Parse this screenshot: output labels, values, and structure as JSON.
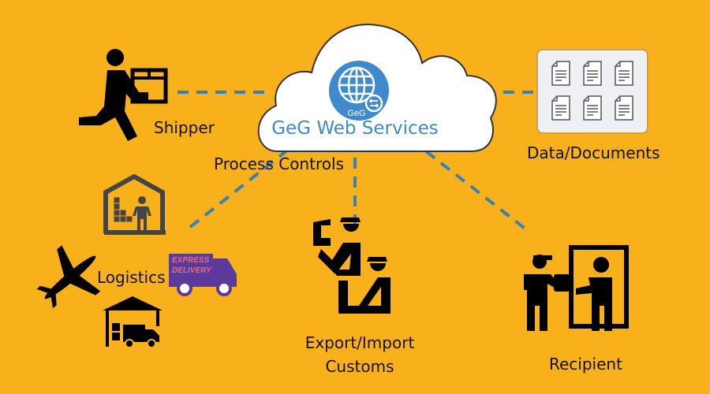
{
  "diagram": {
    "hub": {
      "title": "GeG Web Services",
      "logo_text": "GeG",
      "icon": "globe-sync-icon"
    },
    "edge_label": "Process Controls",
    "nodes": [
      {
        "id": "shipper",
        "label": "Shipper",
        "icon": "person-carrying-box-icon"
      },
      {
        "id": "data",
        "label": "Data/Documents",
        "icon": "document-grid-icon"
      },
      {
        "id": "logistics",
        "label": "Logistics",
        "icons": [
          "warehouse-worker-icon",
          "airplane-icon",
          "express-delivery-truck-icon",
          "loading-dock-truck-icon"
        ],
        "truck_text": [
          "EXPRESS",
          "DELIVERY"
        ]
      },
      {
        "id": "customs",
        "label_lines": [
          "Export/Import",
          "Customs"
        ],
        "icon": "customs-officers-icon"
      },
      {
        "id": "recipient",
        "label": "Recipient",
        "icon": "package-handoff-icon"
      }
    ],
    "colors": {
      "background": "#F9B11B",
      "connector": "#3A7FB5",
      "hub_accent": "#3E8ACC",
      "truck": "#5B3A9B",
      "truck_text": "#E0707A"
    }
  }
}
